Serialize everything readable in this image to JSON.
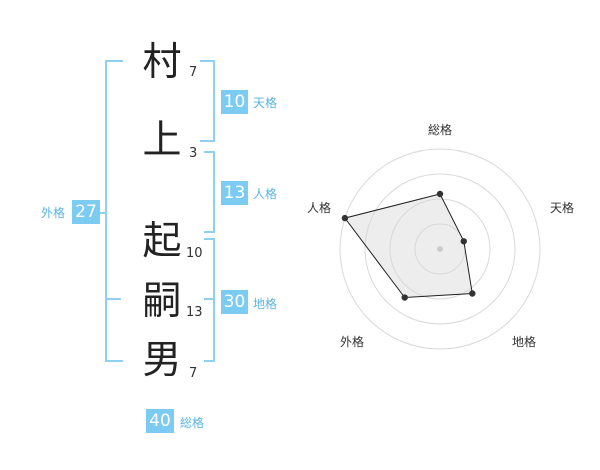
{
  "name": {
    "chars": [
      {
        "char": "村",
        "strokes": "7"
      },
      {
        "char": "上",
        "strokes": "3"
      },
      {
        "char": "起",
        "strokes": "10"
      },
      {
        "char": "嗣",
        "strokes": "13"
      },
      {
        "char": "男",
        "strokes": "7"
      }
    ]
  },
  "fortunes": {
    "tenkaku": {
      "value": "10",
      "label": "天格"
    },
    "jinkaku": {
      "value": "13",
      "label": "人格"
    },
    "chikaku": {
      "value": "30",
      "label": "地格"
    },
    "gaikaku": {
      "value": "27",
      "label": "外格"
    },
    "soukaku": {
      "value": "40",
      "label": "総格"
    }
  },
  "colors": {
    "accent": "#7ccbf3",
    "bracket": "#8fd0f2",
    "label": "#5ab4e2"
  },
  "chart_data": {
    "type": "radar",
    "axes": [
      "総格",
      "天格",
      "地格",
      "外格",
      "人格"
    ],
    "values": [
      0.55,
      0.25,
      0.55,
      0.6,
      1.0
    ],
    "range": [
      0,
      1
    ],
    "rings": 4
  }
}
